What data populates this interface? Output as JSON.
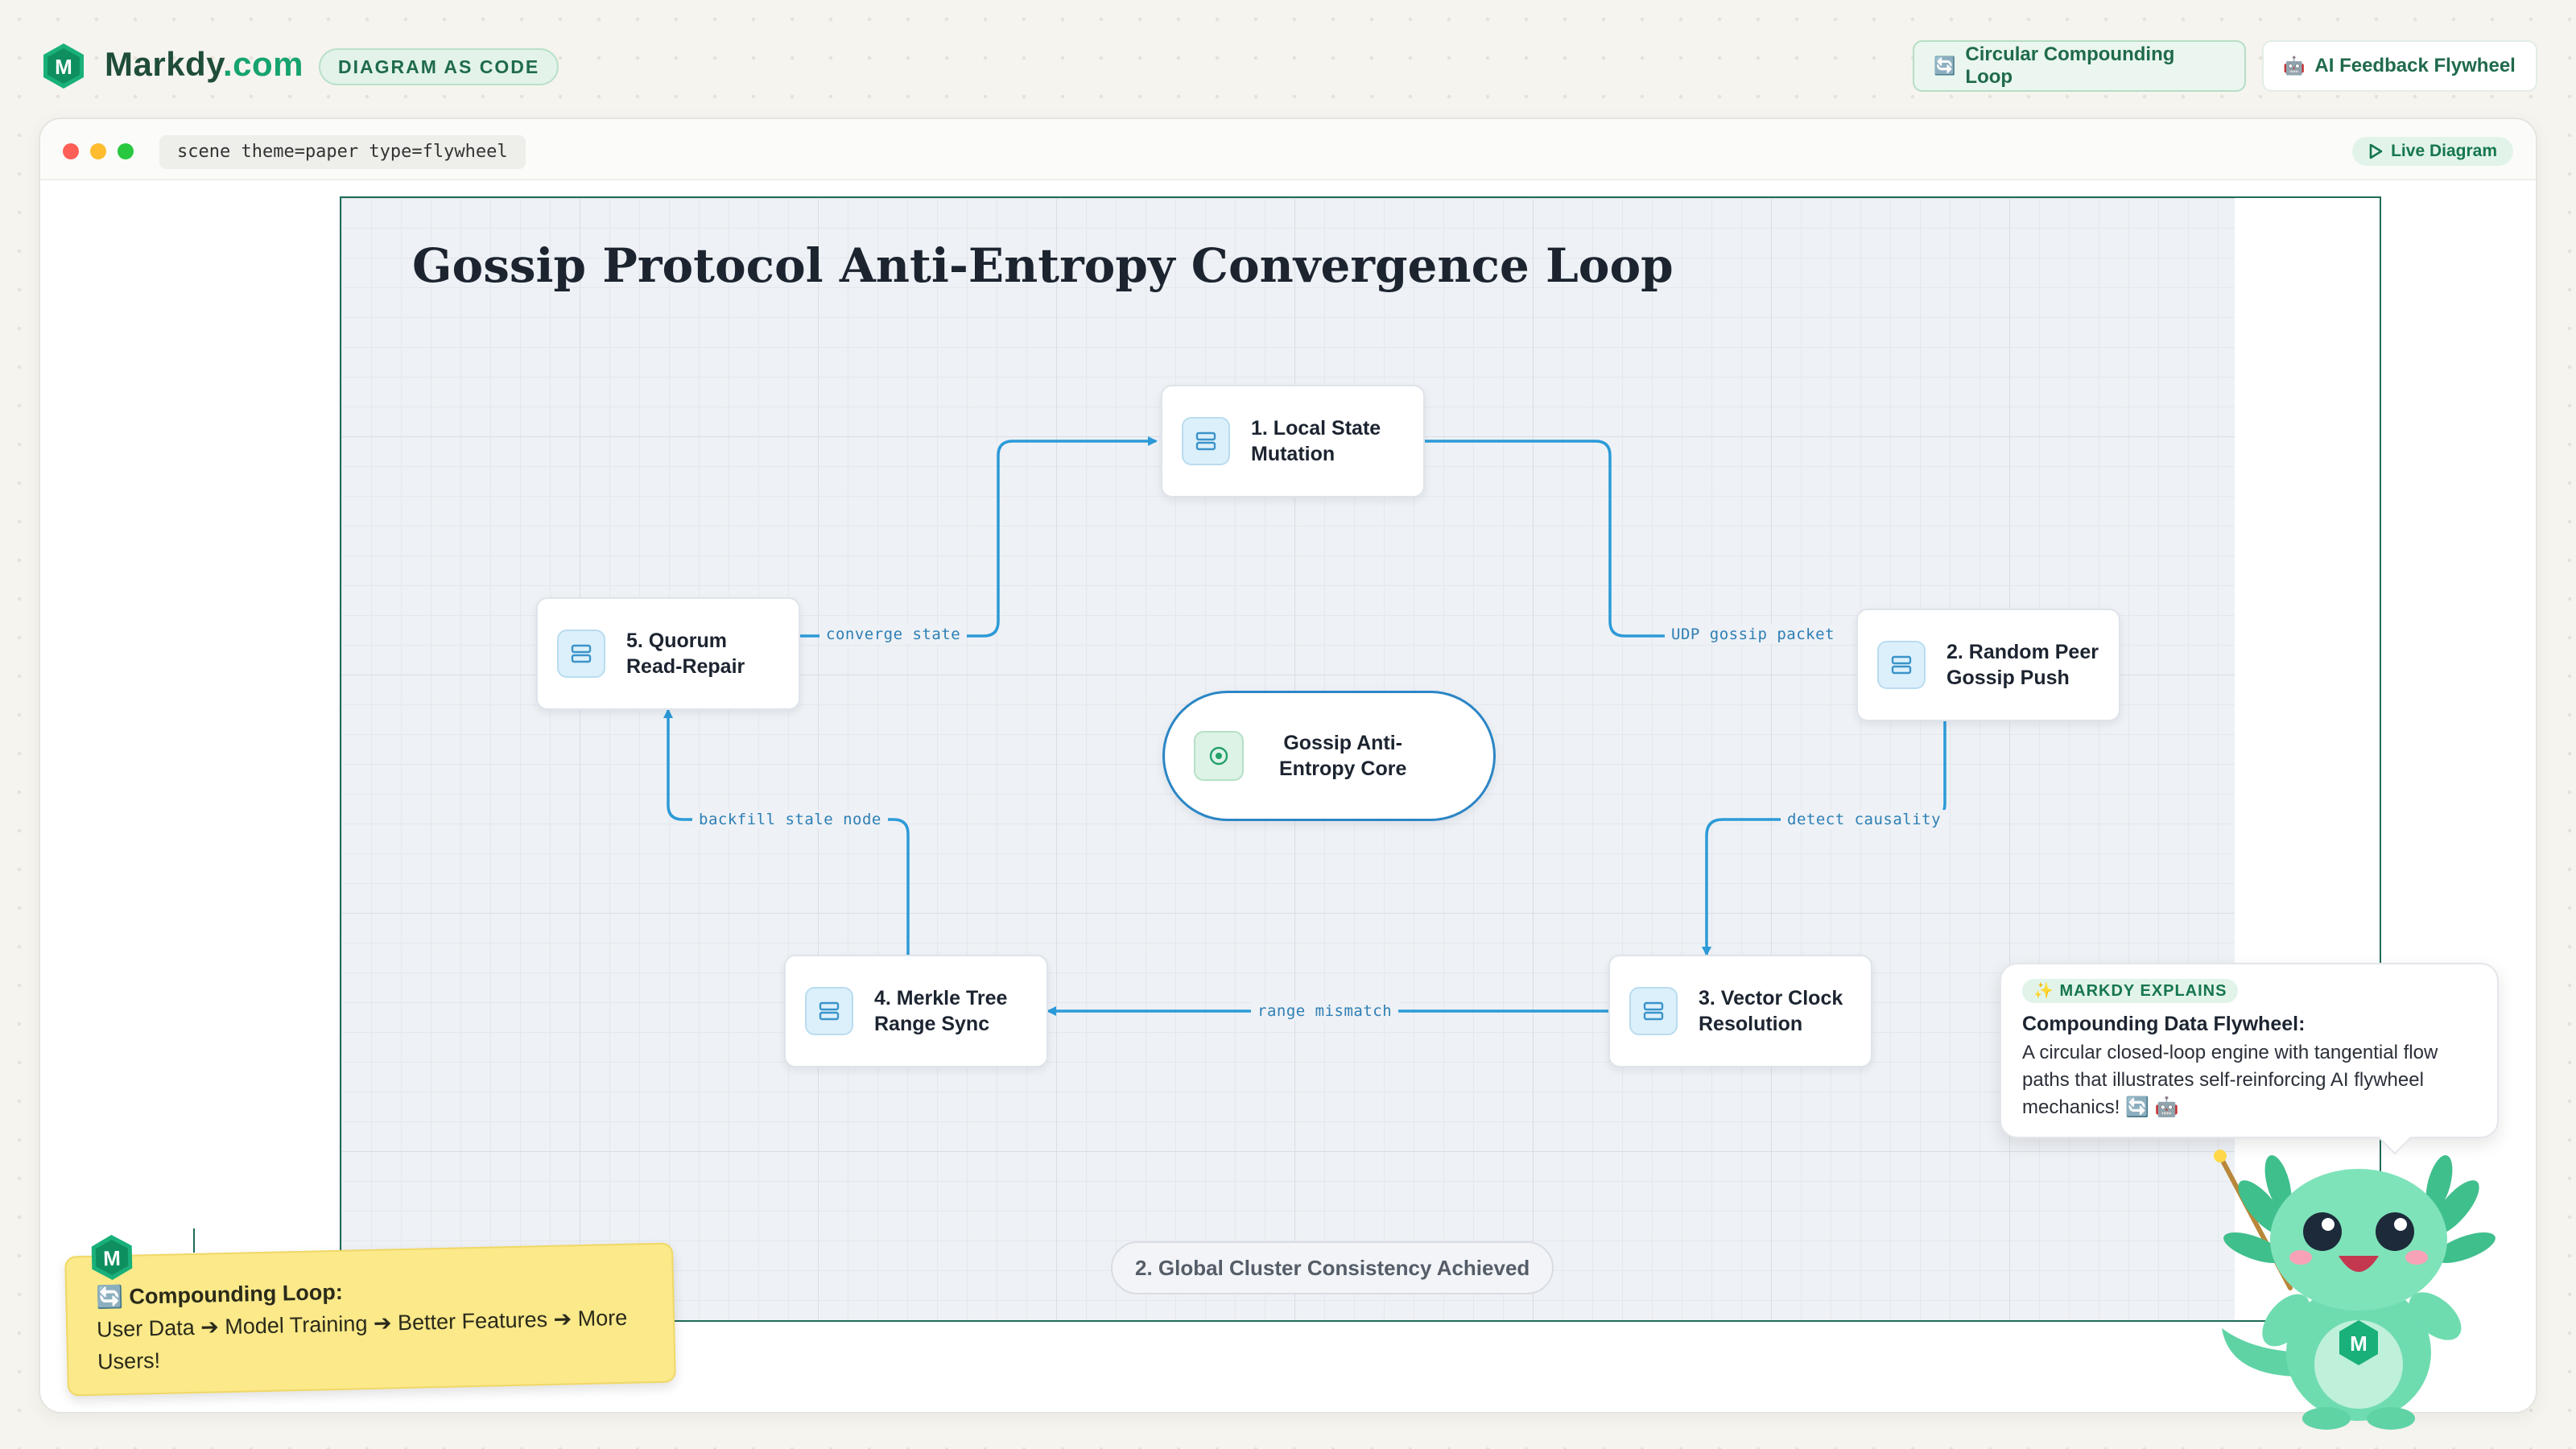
{
  "header": {
    "brand_name": "Markdy",
    "brand_tld": ".com",
    "badge": "DIAGRAM AS CODE",
    "tabs": [
      {
        "label": "Circular Compounding Loop",
        "icon": "loop-icon",
        "active": true
      },
      {
        "label": "AI Feedback Flywheel",
        "icon": "robot-icon",
        "active": false
      }
    ]
  },
  "window": {
    "code": "scene theme=paper type=flywheel",
    "live_label": "Live Diagram",
    "traffic_lights": [
      "#ff5f57",
      "#febc2e",
      "#28c840"
    ]
  },
  "diagram": {
    "title": "Gossip Protocol Anti-Entropy Convergence Loop",
    "core": {
      "line1": "Gossip Anti-",
      "line2": "Entropy Core"
    },
    "nodes": [
      {
        "line1": "1. Local State",
        "line2": "Mutation"
      },
      {
        "line1": "2. Random Peer",
        "line2": "Gossip Push"
      },
      {
        "line1": "3. Vector Clock",
        "line2": "Resolution"
      },
      {
        "line1": "4. Merkle Tree",
        "line2": "Range Sync"
      },
      {
        "line1": "5. Quorum",
        "line2": "Read-Repair"
      }
    ],
    "edges": [
      {
        "from": "1",
        "to": "2",
        "label": "UDP gossip packet"
      },
      {
        "from": "2",
        "to": "3",
        "label": "detect causality"
      },
      {
        "from": "3",
        "to": "4",
        "label": "range mismatch"
      },
      {
        "from": "4",
        "to": "5",
        "label": "backfill stale node"
      },
      {
        "from": "5",
        "to": "1",
        "label": "converge state"
      }
    ],
    "footer": "2. Global Cluster Consistency Achieved",
    "colors": {
      "edge": "#2b9ad8",
      "frame": "#1e6b57",
      "core_border": "#2b86c5"
    }
  },
  "sticky": {
    "title": "Compounding Loop:",
    "body": "User Data ➔ Model Training ➔ Better Features ➔ More Users!"
  },
  "bubble": {
    "tag": "MARKDY EXPLAINS",
    "title": "Compounding Data Flywheel:",
    "body": "A circular closed-loop engine with tangential flow paths that illustrates self-reinforcing AI flywheel mechanics! 🔄 🤖"
  }
}
